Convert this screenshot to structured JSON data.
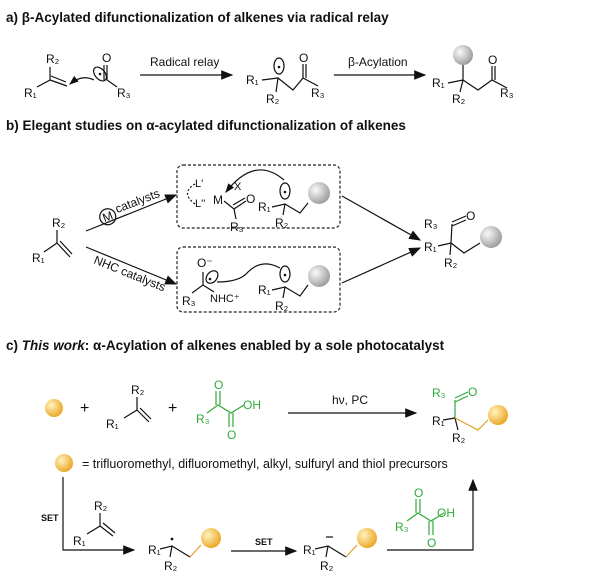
{
  "titles": {
    "a": "a) β-Acylated difunctionalization of alkenes via radical relay",
    "b": "b) Elegant studies on α-acylated difunctionalization of alkenes",
    "c_prefix": "c) ",
    "c_italic": "This work",
    "c_rest": ": α-Acylation of alkenes enabled by a sole photocatalyst"
  },
  "labels": {
    "R1": "R₁",
    "R2": "R₂",
    "R3": "R₃",
    "O": "O",
    "OH": "OH",
    "O_minus": "O⁻",
    "M": "M",
    "X": "X",
    "L1": "L'",
    "L2": "L''",
    "NHC": "NHC⁺",
    "plus": "+"
  },
  "arrows": {
    "radical_relay": "Radical relay",
    "beta_acylation": "β-Acylation",
    "metal_catalysts": "catalysts",
    "nhc_catalysts": "NHC catalysts",
    "photo": "hν, PC",
    "set": "SET"
  },
  "legend": "=  trifluoromethyl, difluoromethyl, alkyl, sulfuryl and thiol precursors",
  "colors": {
    "green": "#2faa3a",
    "yellow": "#f2b534",
    "gray": "#b8b8b8"
  }
}
